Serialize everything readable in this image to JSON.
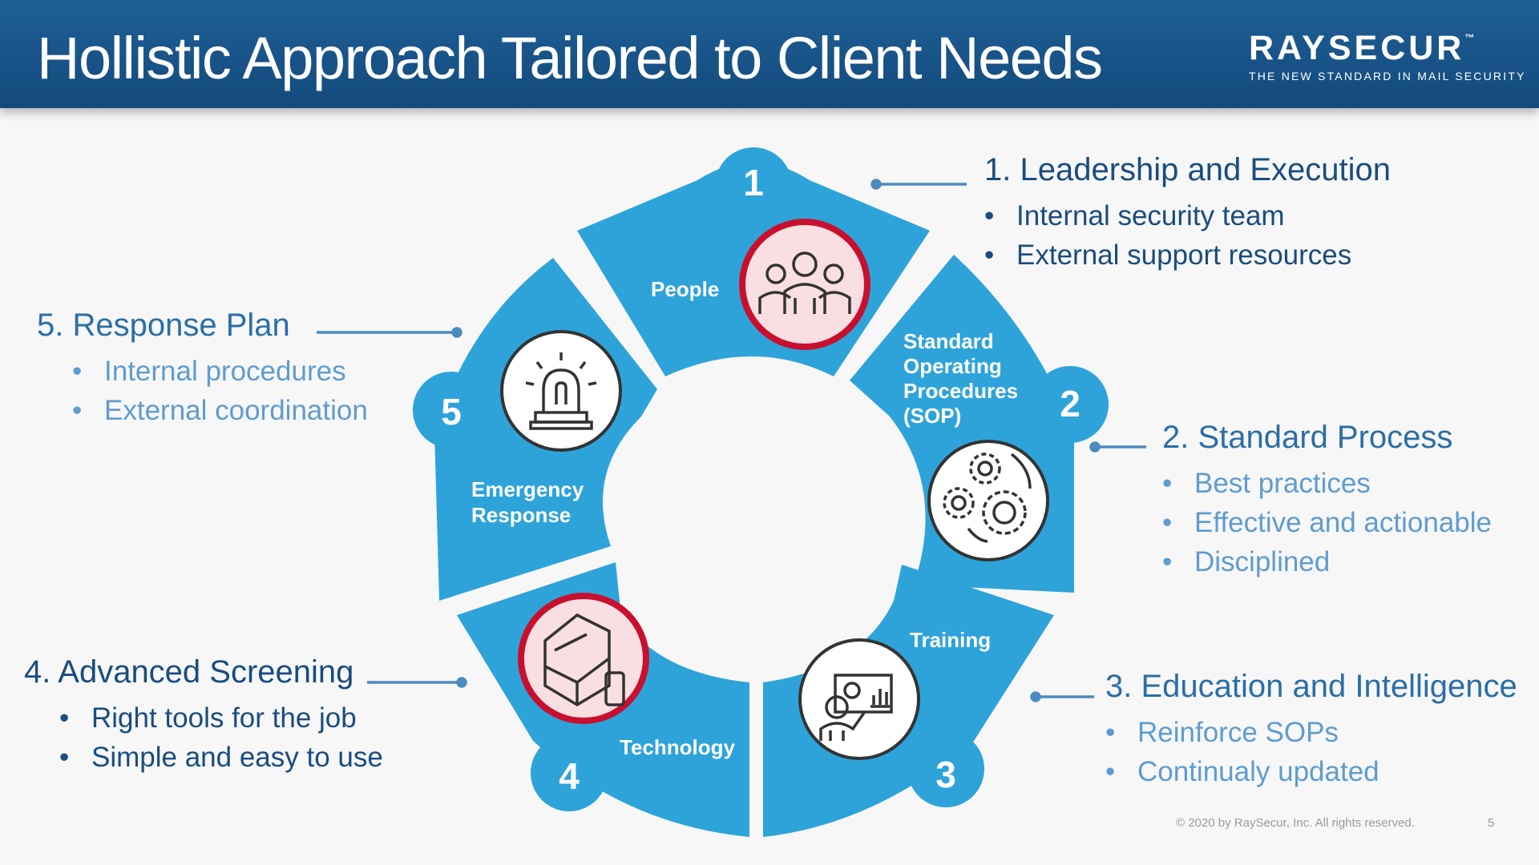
{
  "header": {
    "title": "Hollistic Approach Tailored to Client Needs",
    "logo_word": "RAYSECUR",
    "logo_tm": "™",
    "logo_tagline": "THE NEW STANDARD IN MAIL SECURITY"
  },
  "wheel": {
    "segments": [
      {
        "number": "1",
        "label_lines": [
          "People"
        ],
        "icon": "people-icon",
        "highlight": true
      },
      {
        "number": "2",
        "label_lines": [
          "Standard",
          "Operating",
          "Procedures",
          "(SOP)"
        ],
        "icon": "gears-icon",
        "highlight": false
      },
      {
        "number": "3",
        "label_lines": [
          "Training"
        ],
        "icon": "presenter-icon",
        "highlight": false
      },
      {
        "number": "4",
        "label_lines": [
          "Technology"
        ],
        "icon": "scanner-icon",
        "highlight": true
      },
      {
        "number": "5",
        "label_lines": [
          "Emergency",
          "Response"
        ],
        "icon": "alarm-icon",
        "highlight": false
      }
    ]
  },
  "sections": {
    "leadership": {
      "heading": "1. Leadership and Execution",
      "bullets": [
        "Internal security team",
        "External support resources"
      ]
    },
    "standard_process": {
      "heading": "2. Standard Process",
      "bullets": [
        "Best practices",
        "Effective and actionable",
        "Disciplined"
      ]
    },
    "education": {
      "heading": "3. Education and Intelligence",
      "bullets": [
        "Reinforce SOPs",
        "Continualy updated"
      ]
    },
    "screening": {
      "heading": "4. Advanced Screening",
      "bullets": [
        "Right tools for the job",
        "Simple and easy to use"
      ]
    },
    "response": {
      "heading": "5. Response Plan",
      "bullets": [
        "Internal procedures",
        "External coordination"
      ]
    }
  },
  "footer": {
    "copyright": "© 2020 by RaySecur, Inc. All rights reserved.",
    "page_number": "5"
  },
  "colors": {
    "header": "#134a7c",
    "wheel": "#2ea3da",
    "dark_text": "#1a4c7f",
    "light_text": "#5f9ccf",
    "highlight_ring": "#c8102e",
    "highlight_fill": "#f9dfe2"
  }
}
